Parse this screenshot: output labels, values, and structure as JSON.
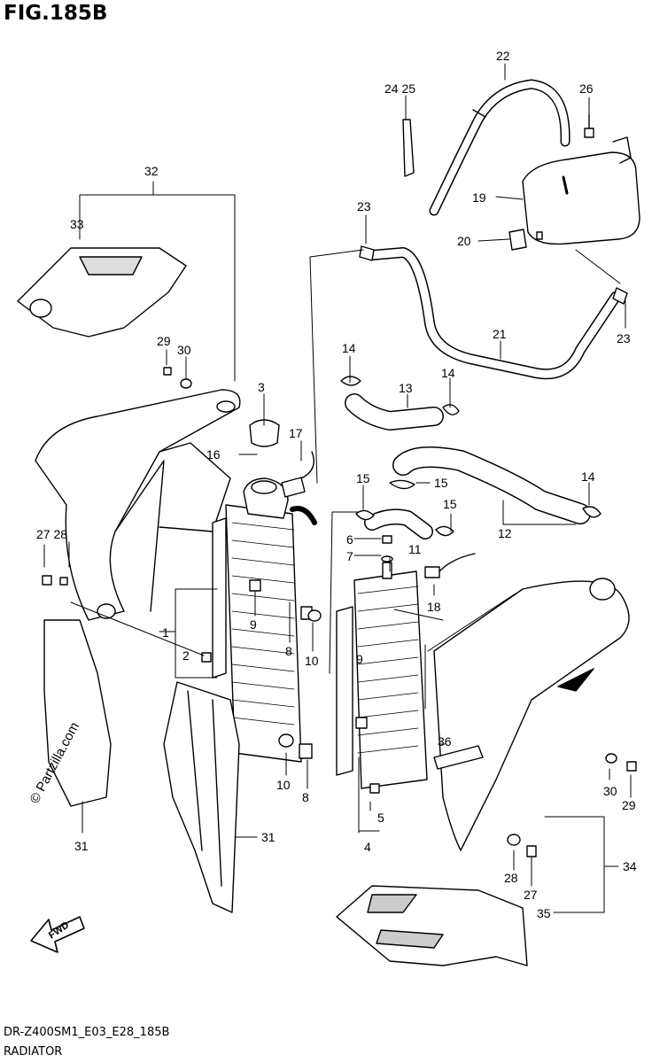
{
  "figure": {
    "title": "FIG.185B",
    "model_code": "DR-Z400SM1_E03_E28_185B",
    "caption": "RADIATOR",
    "watermark": "© Partzilla.com",
    "direction_label": "FWD"
  },
  "part_labels": [
    {
      "id": "p1",
      "text": "1"
    },
    {
      "id": "p2",
      "text": "2"
    },
    {
      "id": "p3",
      "text": "3"
    },
    {
      "id": "p4",
      "text": "4"
    },
    {
      "id": "p5",
      "text": "5"
    },
    {
      "id": "p6",
      "text": "6"
    },
    {
      "id": "p7",
      "text": "7"
    },
    {
      "id": "p8a",
      "text": "8"
    },
    {
      "id": "p8b",
      "text": "8"
    },
    {
      "id": "p9a",
      "text": "9"
    },
    {
      "id": "p9b",
      "text": "9"
    },
    {
      "id": "p10a",
      "text": "10"
    },
    {
      "id": "p10b",
      "text": "10"
    },
    {
      "id": "p11",
      "text": "11"
    },
    {
      "id": "p12",
      "text": "12"
    },
    {
      "id": "p13",
      "text": "13"
    },
    {
      "id": "p14a",
      "text": "14"
    },
    {
      "id": "p14b",
      "text": "14"
    },
    {
      "id": "p14c",
      "text": "14"
    },
    {
      "id": "p15a",
      "text": "15"
    },
    {
      "id": "p15b",
      "text": "15"
    },
    {
      "id": "p15c",
      "text": "15"
    },
    {
      "id": "p16",
      "text": "16"
    },
    {
      "id": "p17",
      "text": "17"
    },
    {
      "id": "p18",
      "text": "18"
    },
    {
      "id": "p19",
      "text": "19"
    },
    {
      "id": "p20",
      "text": "20"
    },
    {
      "id": "p21",
      "text": "21"
    },
    {
      "id": "p22",
      "text": "22"
    },
    {
      "id": "p23a",
      "text": "23"
    },
    {
      "id": "p23b",
      "text": "23"
    },
    {
      "id": "p2425",
      "text": "24  25"
    },
    {
      "id": "p26",
      "text": "26"
    },
    {
      "id": "p2728",
      "text": "27 28"
    },
    {
      "id": "p27b",
      "text": "27"
    },
    {
      "id": "p28b",
      "text": "28"
    },
    {
      "id": "p29a",
      "text": "29"
    },
    {
      "id": "p29b",
      "text": "29"
    },
    {
      "id": "p30a",
      "text": "30"
    },
    {
      "id": "p30b",
      "text": "30"
    },
    {
      "id": "p31a",
      "text": "31"
    },
    {
      "id": "p31b",
      "text": "31"
    },
    {
      "id": "p32",
      "text": "32"
    },
    {
      "id": "p33",
      "text": "33"
    },
    {
      "id": "p34",
      "text": "34"
    },
    {
      "id": "p35",
      "text": "35"
    },
    {
      "id": "p36",
      "text": "36"
    }
  ]
}
